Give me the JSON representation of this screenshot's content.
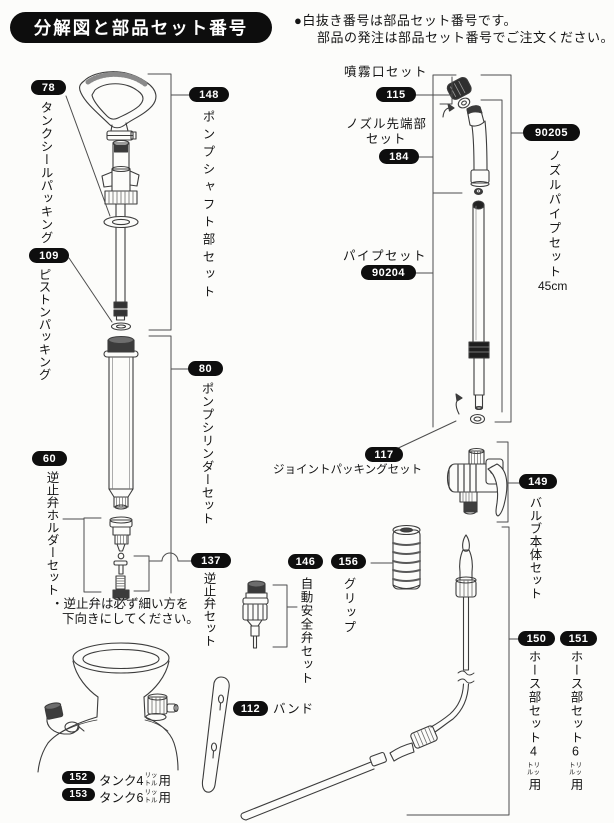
{
  "header": {
    "title": "分解図と部品セット番号"
  },
  "note": {
    "line1": "●白抜き番号は部品セット番号です。",
    "line2": "部品の発注は部品セット番号でご注文ください。"
  },
  "caution": {
    "line1": "・逆止弁は必ず細い方を",
    "line2": "下向きにしてください。"
  },
  "parts": {
    "p78": {
      "number": "78",
      "label": "タンクシールパッキング"
    },
    "p109": {
      "number": "109",
      "label": "ピストンパッキング"
    },
    "p60": {
      "number": "60",
      "label": "逆止弁ホルダーセット"
    },
    "p137": {
      "number": "137",
      "label": "逆止弁セット"
    },
    "p148": {
      "number": "148",
      "label": "ポンプシャフト部セット"
    },
    "p80": {
      "number": "80",
      "label": "ポンプシリンダーセット"
    },
    "p115": {
      "number": "115",
      "label": "噴霧口セット"
    },
    "p184": {
      "number": "184",
      "label_line1": "ノズル先端部",
      "label_line2": "セット"
    },
    "p90204": {
      "number": "90204",
      "label": "パイプセット"
    },
    "p90205": {
      "number": "90205",
      "label": "ノズルパイプセット",
      "length": "45cm"
    },
    "p117": {
      "number": "117",
      "label": "ジョイントパッキングセット"
    },
    "p149": {
      "number": "149",
      "label": "バルブ本体セット"
    },
    "p146": {
      "number": "146",
      "label": "自動安全弁セット"
    },
    "p156": {
      "number": "156",
      "label": "グリップ"
    },
    "p112": {
      "number": "112",
      "label": "バンド"
    },
    "p150": {
      "number": "150",
      "label": "ホース部セット",
      "size": "4",
      "unit_top": "トリ",
      "unit_bottom": "ルッ",
      "suffix": "用"
    },
    "p151": {
      "number": "151",
      "label": "ホース部セット",
      "size": "6",
      "unit_top": "トリ",
      "unit_bottom": "ルッ",
      "suffix": "用"
    },
    "p152": {
      "number": "152",
      "label": "タンク4",
      "unit_top": "リッ",
      "unit_bottom": "トル",
      "suffix": "用"
    },
    "p153": {
      "number": "153",
      "label": "タンク6",
      "unit_top": "リッ",
      "unit_bottom": "トル",
      "suffix": "用"
    }
  },
  "colors": {
    "badge_bg": "#0e0e0e",
    "text": "#141414",
    "line": "#4d4d4d"
  }
}
